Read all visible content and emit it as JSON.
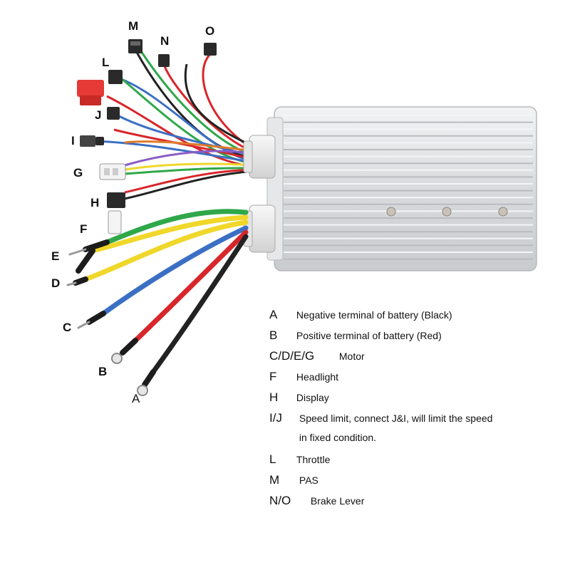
{
  "labels": {
    "A": "A",
    "B": "B",
    "C": "C",
    "D": "D",
    "E": "E",
    "F": "F",
    "G": "G",
    "H": "H",
    "I": "I",
    "J": "J",
    "L": "L",
    "M": "M",
    "N": "N",
    "O": "O"
  },
  "legend": [
    {
      "key": "A",
      "text": "Negative terminal of battery (Black)"
    },
    {
      "key": "B",
      "text": "Positive terminal of battery (Red)"
    },
    {
      "key": "C/D/E/G",
      "text": "Motor"
    },
    {
      "key": "F",
      "text": "Headlight"
    },
    {
      "key": "H",
      "text": "Display"
    },
    {
      "key": "I/J",
      "text": "Speed limit, connect J&I, will limit the speed"
    },
    {
      "key": "",
      "text": "in fixed condition."
    },
    {
      "key": "L",
      "text": "Throttle"
    },
    {
      "key": "M",
      "text": "PAS"
    },
    {
      "key": "N/O",
      "text": "Brake Lever"
    }
  ],
  "colors": {
    "housing": "#d9dbdd",
    "black_wire": "#222222",
    "red_wire": "#d8262b",
    "blue_wire": "#3b6fc4",
    "yellow_wire": "#f0d72a",
    "green_wire": "#2fa84a"
  }
}
